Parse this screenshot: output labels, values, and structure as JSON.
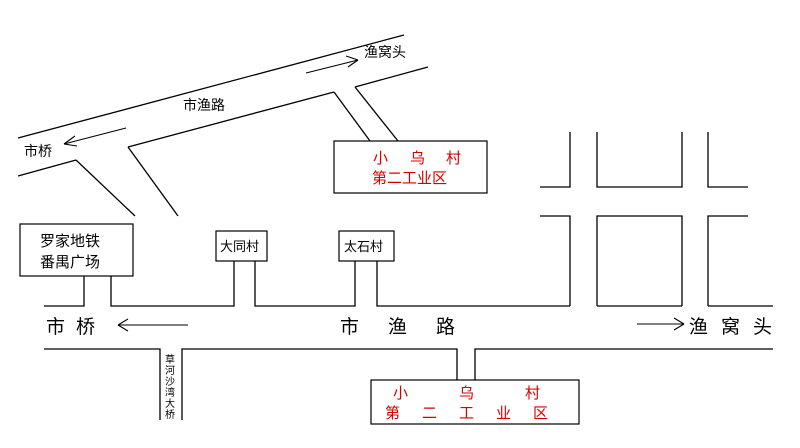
{
  "map": {
    "upper_road": {
      "name": "市渔路",
      "west_destination": "市桥",
      "east_destination": "渔窝头"
    },
    "main_road": {
      "name_chars": [
        "市",
        "渔",
        "路"
      ],
      "west_destination_chars": [
        "市",
        "桥"
      ],
      "east_destination_chars": [
        "渔",
        "窝",
        "头"
      ]
    },
    "landmarks": {
      "luojia_metro": {
        "line1": "罗家地铁",
        "line2": "番禺广场"
      },
      "datong_village": "大同村",
      "taishi_village": "太石村",
      "bridge_vertical_chars": [
        "草",
        "河",
        "沙",
        "湾",
        "大",
        "桥"
      ]
    },
    "industrial_zone_top": {
      "line1_chars": [
        "小",
        "乌",
        "村"
      ],
      "line2": "第二工业区"
    },
    "industrial_zone_bottom": {
      "line1_chars": [
        "小",
        "乌",
        "村"
      ],
      "line2_chars": [
        "第",
        "二",
        "工",
        "业",
        "区"
      ]
    }
  },
  "colors": {
    "line": "#000000",
    "highlight_text": "#d40000",
    "background": "#ffffff"
  }
}
